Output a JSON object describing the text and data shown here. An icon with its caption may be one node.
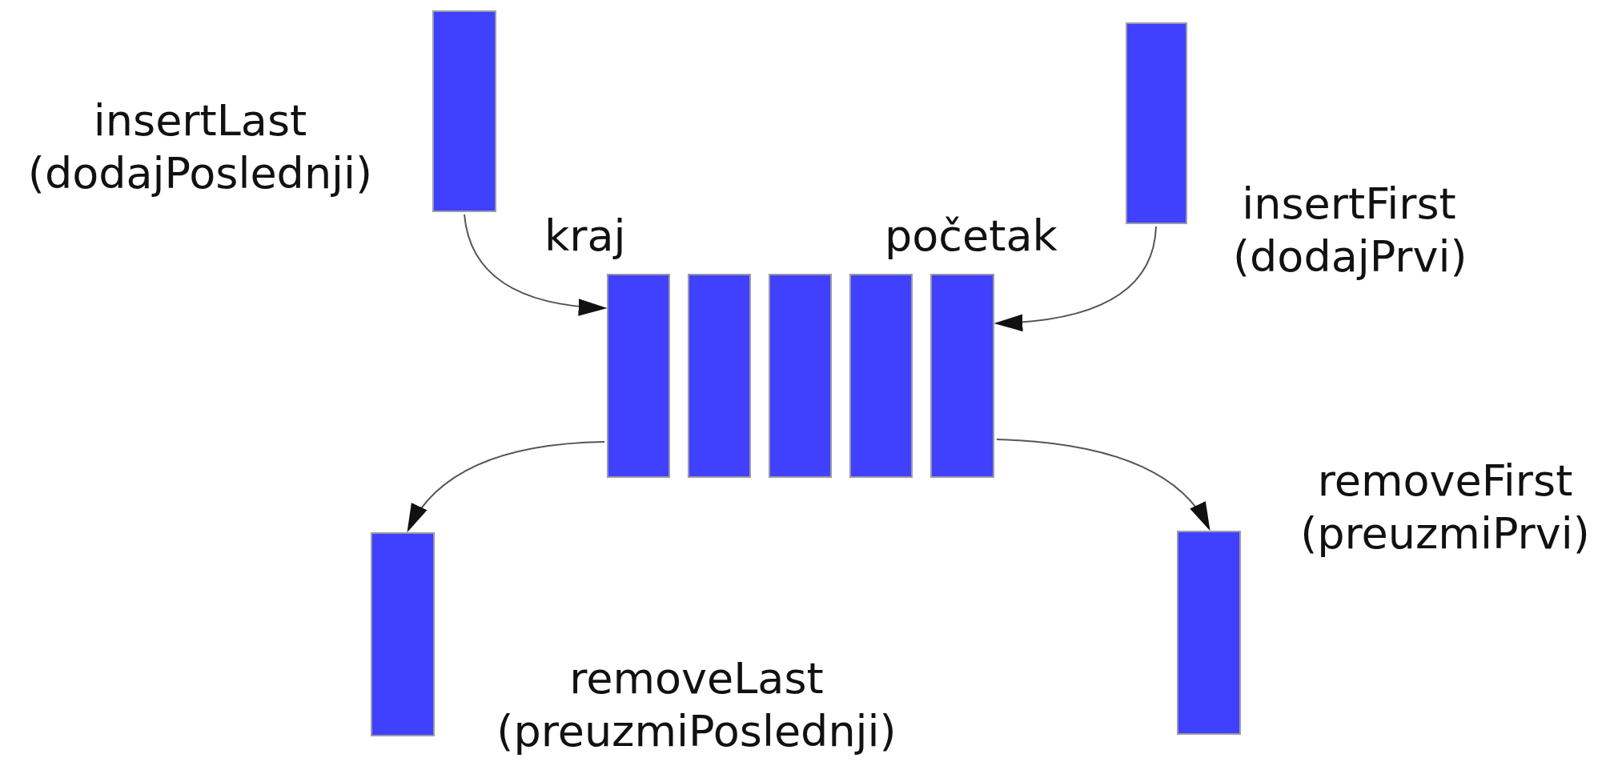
{
  "diagram": {
    "nodes": [
      {
        "text": [],
        "shape": "bar",
        "beside": [
          "insertLast (dodajPoslednji)"
        ]
      },
      {
        "text": [],
        "shape": "bar",
        "beside": [
          "insertFirst (dodajPrvi)"
        ]
      },
      {
        "text": [],
        "shape": "bar",
        "beside": [
          "kraj"
        ]
      },
      {
        "text": [],
        "shape": "bar"
      },
      {
        "text": [],
        "shape": "bar"
      },
      {
        "text": [],
        "shape": "bar"
      },
      {
        "text": [],
        "shape": "bar",
        "beside": [
          "početak"
        ]
      },
      {
        "text": [],
        "shape": "bar",
        "beside": [
          "removeLast (preuzmiPoslednji)"
        ]
      },
      {
        "text": [],
        "shape": "bar",
        "beside": [
          "removeFirst (preuzmiPrvi)"
        ]
      }
    ],
    "edges": [
      {
        "from": 0,
        "to": 2,
        "arrow": "to"
      },
      {
        "from": 1,
        "to": 6,
        "arrow": "to"
      },
      {
        "from": 2,
        "to": 7,
        "arrow": "to"
      },
      {
        "from": 6,
        "to": 8,
        "arrow": "to"
      }
    ]
  }
}
